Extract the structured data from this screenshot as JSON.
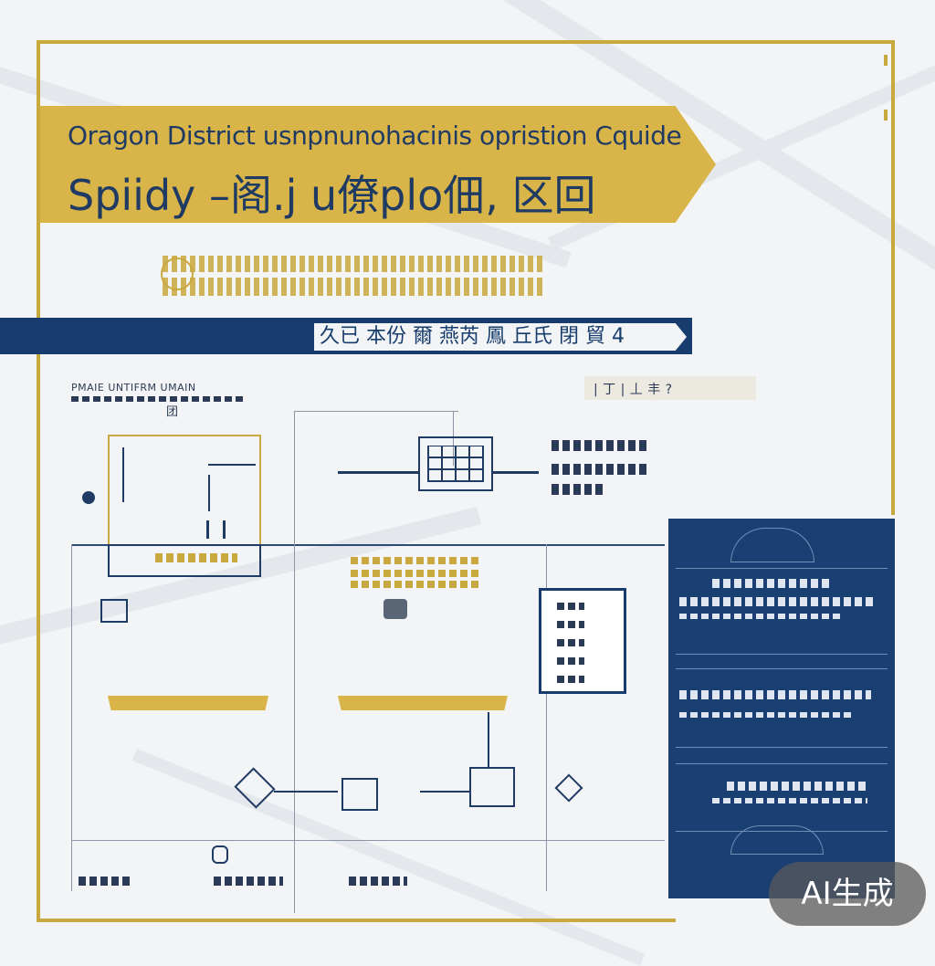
{
  "title": {
    "line1": "Oragon District usnpnunohacinis opristion Cquide",
    "line2": "Spiidy –阁.j u僚plo佃, 区回"
  },
  "band": {
    "text": "久已 本份 爾 燕芮 鳳 丘氏 閉 貿 4"
  },
  "labels": {
    "top_left": "PMAIE UNTIFRM UMAIN",
    "top_left_sub": "团",
    "top_right": "| 丁 | 丄 丰 ? "
  },
  "watermark": {
    "text": "AI生成"
  },
  "colors": {
    "gold": "#d9b449",
    "navy": "#1a3f73",
    "background": "#f3f4f5"
  }
}
